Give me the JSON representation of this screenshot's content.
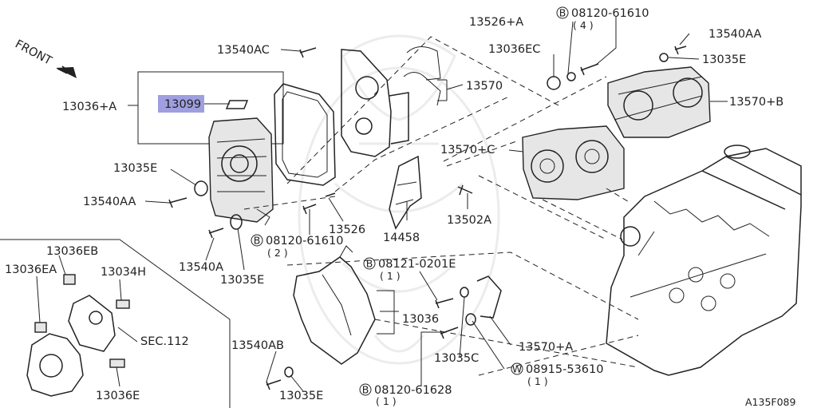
{
  "diagram": {
    "front_label": "FRONT",
    "highlight": {
      "text": "13099",
      "color": "#9e9ee0"
    },
    "labels": {
      "p13036_a": "13036+A",
      "p13540ac": "13540AC",
      "p13035e_1": "13035E",
      "p13540aa_1": "13540AA",
      "p13540a": "13540A",
      "p13035e_2": "13035E",
      "p13526_a": "13526+A",
      "p13036ec": "13036EC",
      "p13570": "13570",
      "p13540aa_2": "13540AA",
      "p13035e_3": "13035E",
      "p13570_b": "13570+B",
      "p13570_c": "13570+C",
      "p13502a": "13502A",
      "p14458": "14458",
      "p13526": "13526",
      "p13036eb": "13036EB",
      "p13036ea": "13036EA",
      "p13034h": "13034H",
      "p_sec112": "SEC.112",
      "p13036e": "13036E",
      "p13036": "13036",
      "p13540ab": "13540AB",
      "p13035e_4": "13035E",
      "p13035c": "13035C",
      "p13570_a": "13570+A",
      "fig_code": "A135F089"
    },
    "callouts": {
      "bolt_top": {
        "prefix": "B",
        "number": "08120-61610",
        "qty": "( 4 )"
      },
      "bolt_mid": {
        "prefix": "B",
        "number": "08120-61610",
        "qty": "( 2 )"
      },
      "bolt_0201e": {
        "prefix": "B",
        "number": "08121-0201E",
        "qty": "( 1 )"
      },
      "washer": {
        "prefix": "W",
        "number": "08915-53610",
        "qty": "( 1 )"
      },
      "bolt_bottom": {
        "prefix": "B",
        "number": "08120-61628",
        "qty": "( 1 )"
      }
    },
    "icons": [
      "front-arrow-icon",
      "bolt-icon",
      "washer-icon",
      "circled-b-icon",
      "circled-w-icon"
    ]
  }
}
